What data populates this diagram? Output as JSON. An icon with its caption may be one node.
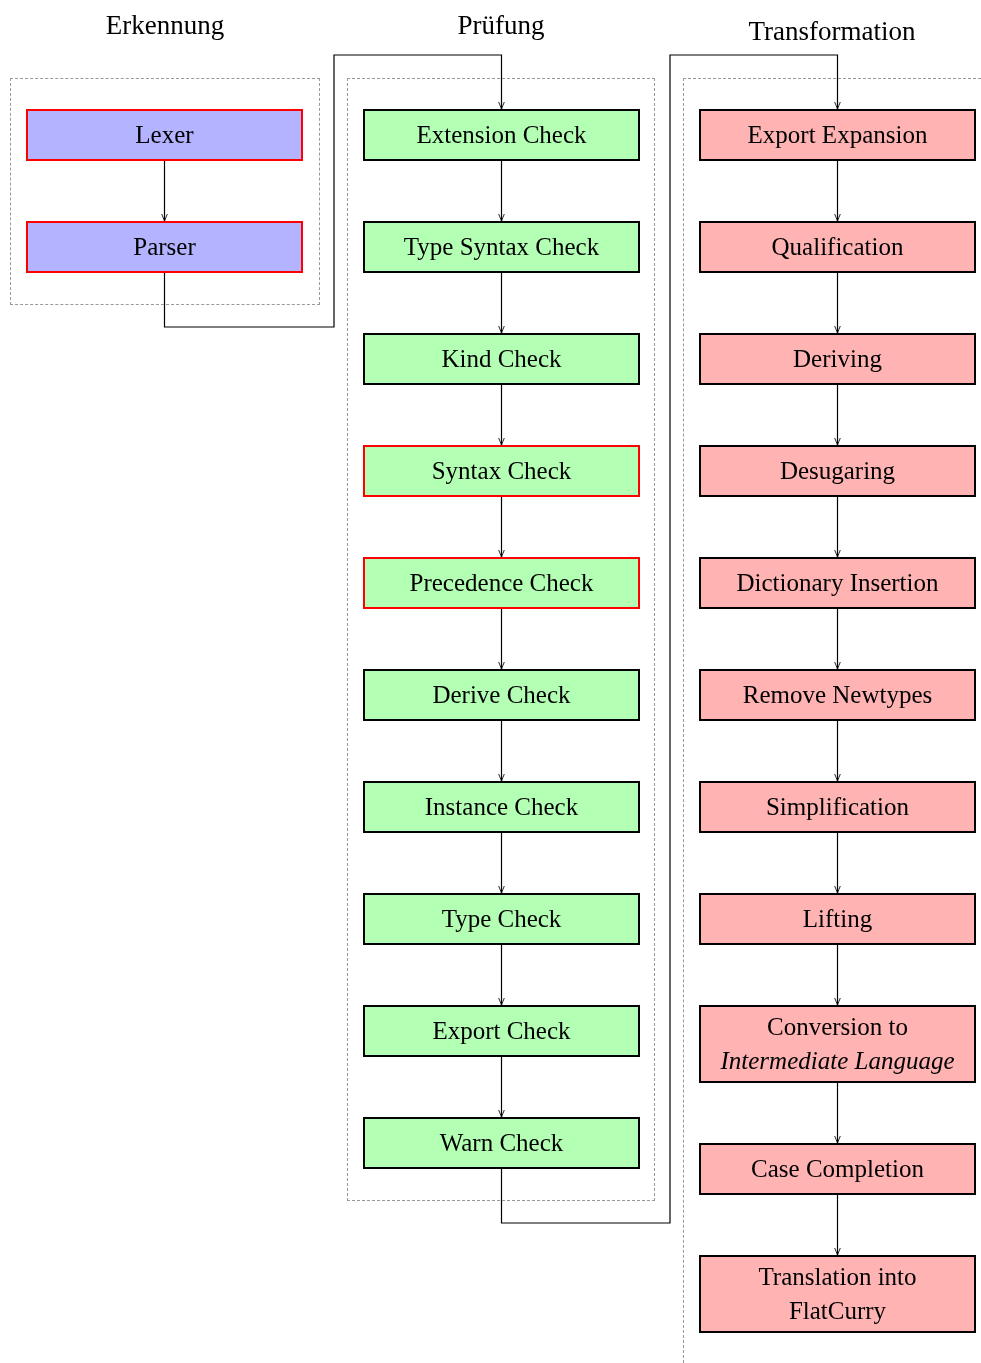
{
  "diagram": {
    "nodes": [
      {
        "text": [
          "Erkennung"
        ]
      },
      {
        "text": [
          "Lexer"
        ],
        "in": 0
      },
      {
        "text": [
          "Parser"
        ],
        "in": 0
      },
      {
        "text": [
          "Prüfung"
        ]
      },
      {
        "text": [
          "Extension Check"
        ],
        "in": 3
      },
      {
        "text": [
          "Type Syntax Check"
        ],
        "in": 3
      },
      {
        "text": [
          "Kind Check"
        ],
        "in": 3
      },
      {
        "text": [
          "Syntax Check"
        ],
        "in": 3
      },
      {
        "text": [
          "Precedence Check"
        ],
        "in": 3
      },
      {
        "text": [
          "Derive Check"
        ],
        "in": 3
      },
      {
        "text": [
          "Instance Check"
        ],
        "in": 3
      },
      {
        "text": [
          "Type Check"
        ],
        "in": 3
      },
      {
        "text": [
          "Export Check"
        ],
        "in": 3
      },
      {
        "text": [
          "Warn Check"
        ],
        "in": 3
      },
      {
        "text": [
          "Transformation"
        ]
      },
      {
        "text": [
          "Export Expansion"
        ],
        "in": 14
      },
      {
        "text": [
          "Qualification"
        ],
        "in": 14
      },
      {
        "text": [
          "Deriving"
        ],
        "in": 14
      },
      {
        "text": [
          "Desugaring"
        ],
        "in": 14
      },
      {
        "text": [
          "Dictionary Insertion"
        ],
        "in": 14
      },
      {
        "text": [
          "Remove Newtypes"
        ],
        "in": 14
      },
      {
        "text": [
          "Simplification"
        ],
        "in": 14
      },
      {
        "text": [
          "Lifting"
        ],
        "in": 14
      },
      {
        "text": [
          "Conversion to *Intermediate Language*"
        ],
        "in": 14
      },
      {
        "text": [
          "Case Completion"
        ],
        "in": 14
      },
      {
        "text": [
          "Translation into FlatCurry"
        ],
        "in": 14
      }
    ],
    "edges": [
      {
        "from": 1,
        "to": 2,
        "arrow": "to"
      },
      {
        "from": 2,
        "to": 4,
        "arrow": "to"
      },
      {
        "from": 4,
        "to": 5,
        "arrow": "to"
      },
      {
        "from": 5,
        "to": 6,
        "arrow": "to"
      },
      {
        "from": 6,
        "to": 7,
        "arrow": "to"
      },
      {
        "from": 7,
        "to": 8,
        "arrow": "to"
      },
      {
        "from": 8,
        "to": 9,
        "arrow": "to"
      },
      {
        "from": 9,
        "to": 10,
        "arrow": "to"
      },
      {
        "from": 10,
        "to": 11,
        "arrow": "to"
      },
      {
        "from": 11,
        "to": 12,
        "arrow": "to"
      },
      {
        "from": 12,
        "to": 13,
        "arrow": "to"
      },
      {
        "from": 13,
        "to": 15,
        "arrow": "to"
      },
      {
        "from": 15,
        "to": 16,
        "arrow": "to"
      },
      {
        "from": 16,
        "to": 17,
        "arrow": "to"
      },
      {
        "from": 17,
        "to": 18,
        "arrow": "to"
      },
      {
        "from": 18,
        "to": 19,
        "arrow": "to"
      },
      {
        "from": 19,
        "to": 20,
        "arrow": "to"
      },
      {
        "from": 20,
        "to": 21,
        "arrow": "to"
      },
      {
        "from": 21,
        "to": 22,
        "arrow": "to"
      },
      {
        "from": 22,
        "to": 23,
        "arrow": "to"
      },
      {
        "from": 23,
        "to": 24,
        "arrow": "to"
      },
      {
        "from": 24,
        "to": 25,
        "arrow": "to"
      }
    ]
  }
}
